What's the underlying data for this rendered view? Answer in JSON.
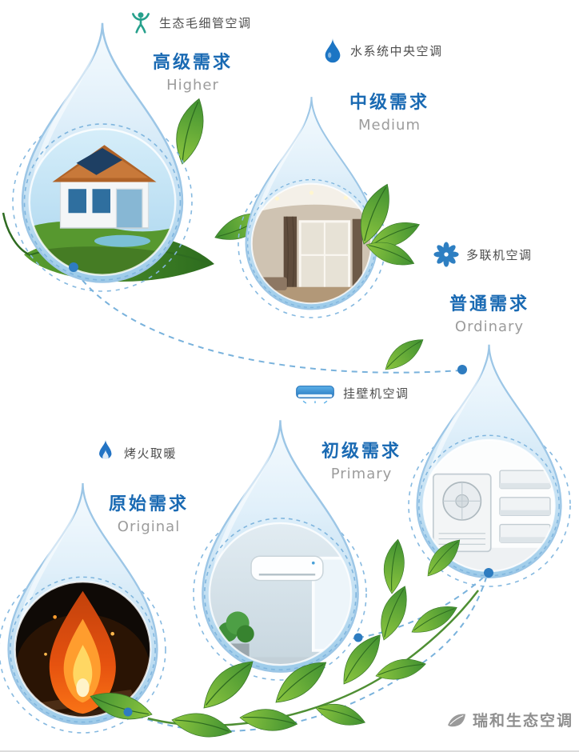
{
  "levels": {
    "higher": {
      "product": "生态毛细管空调",
      "title": "高级需求",
      "subtitle": "Higher"
    },
    "medium": {
      "product": "水系统中央空调",
      "title": "中级需求",
      "subtitle": "Medium"
    },
    "ordinary": {
      "product": "多联机空调",
      "title": "普通需求",
      "subtitle": "Ordinary"
    },
    "primary": {
      "product": "挂壁机空调",
      "title": "初级需求",
      "subtitle": "Primary"
    },
    "original": {
      "product": "烤火取暖",
      "title": "原始需求",
      "subtitle": "Original"
    }
  },
  "watermark": {
    "text": "瑞和生态空调"
  },
  "icons": {
    "higher": "eco-person-icon",
    "medium": "water-drop-icon",
    "ordinary": "flower-icon",
    "primary": "wall-ac-icon",
    "original": "flame-icon",
    "watermark": "leaf-icon"
  },
  "photos": {
    "higher": "eco-villa-house",
    "medium": "living-room-interior",
    "ordinary": "multi-split-ac-units",
    "primary": "wall-mounted-ac-room",
    "original": "bonfire-flames"
  },
  "colors": {
    "heading_blue": "#1a6ab3",
    "subtitle_gray": "#9c9c9c",
    "label_gray": "#4d4d4d",
    "droplet_blue": "#9ccbe9",
    "leaf_green": "#4f8f34",
    "dot_blue": "#2e7cc0",
    "watermark_gray": "#8f8f8f"
  }
}
